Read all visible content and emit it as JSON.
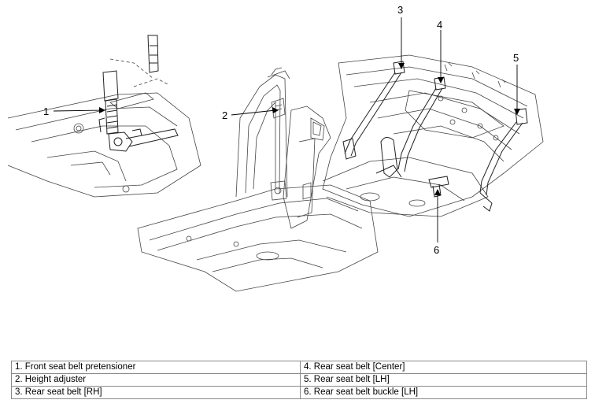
{
  "callouts": [
    "1",
    "2",
    "3",
    "4",
    "5",
    "6"
  ],
  "legend": {
    "rows": [
      [
        "1. Front seat belt pretensioner",
        "4. Rear seat belt [Center]"
      ],
      [
        "2. Height adjuster",
        "5. Rear seat belt [LH]"
      ],
      [
        "3. Rear seat belt [RH]",
        "6. Rear seat belt buckle [LH]"
      ]
    ]
  },
  "colors": {
    "line": "#333333",
    "text": "#000000",
    "border": "#8a8a8a"
  }
}
